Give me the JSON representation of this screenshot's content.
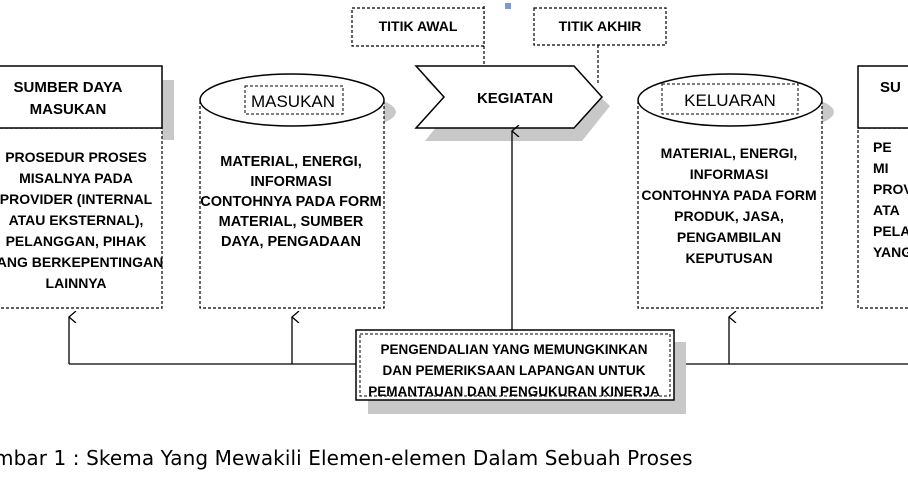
{
  "diagram": {
    "titik_awal": "TITIK AWAL",
    "titik_akhir": "TITIK AKHIR",
    "kegiatan": "KEGIATAN",
    "sumber_masukan": {
      "title": [
        "SUMBER DAYA",
        "MASUKAN"
      ],
      "body": [
        "PROSEDUR PROSES",
        "MISALNYA PADA",
        "PROVIDER (INTERNAL",
        "ATAU EKSTERNAL),",
        "PELANGGAN, PIHAK",
        "YANG BERKEPENTINGAN",
        "LAINNYA"
      ]
    },
    "masukan": {
      "title": "MASUKAN",
      "body": [
        "MATERIAL, ENERGI,",
        "INFORMASI",
        "CONTOHNYA PADA FORM",
        "MATERIAL, SUMBER",
        "DAYA, PENGADAAN"
      ]
    },
    "keluaran": {
      "title": "KELUARAN",
      "body": [
        "MATERIAL, ENERGI,",
        "INFORMASI",
        "CONTOHNYA PADA FORM",
        "PRODUK, JASA,",
        "PENGAMBILAN",
        "KEPUTUSAN"
      ]
    },
    "sumber_keluaran": {
      "title": [
        "SU"
      ],
      "body": [
        "PE",
        "MI",
        "PROV",
        "ATA",
        "PELANG",
        "YANG"
      ]
    },
    "pengendalian": [
      "PENGENDALIAN YANG MEMUNGKINKAN",
      "DAN PEMERIKSAAN LAPANGAN UNTUK",
      "PEMANTAUAN DAN PENGUKURAN KINERJA"
    ]
  },
  "caption": "mbar 1 : Skema Yang Mewakili Elemen-elemen Dalam Sebuah Proses"
}
